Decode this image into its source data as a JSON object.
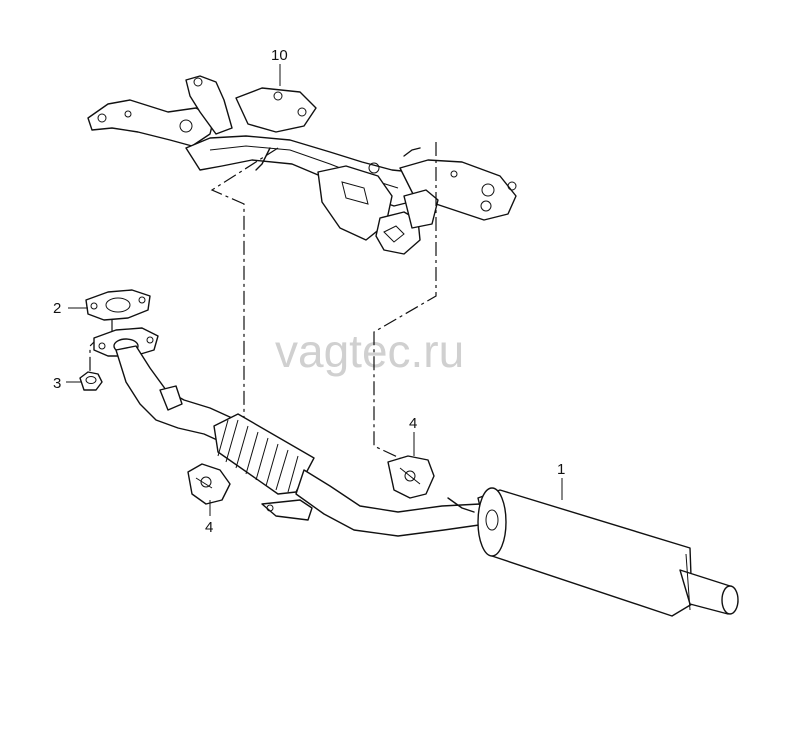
{
  "watermark": "vagtec.ru",
  "callouts": [
    {
      "id": "10",
      "label": "10"
    },
    {
      "id": "2",
      "label": "2"
    },
    {
      "id": "3",
      "label": "3"
    },
    {
      "id": "4a",
      "label": "4"
    },
    {
      "id": "4b",
      "label": "4"
    },
    {
      "id": "1",
      "label": "1"
    }
  ],
  "colors": {
    "line": "#111111",
    "watermark": "#d0d0d0",
    "background": "#ffffff"
  }
}
